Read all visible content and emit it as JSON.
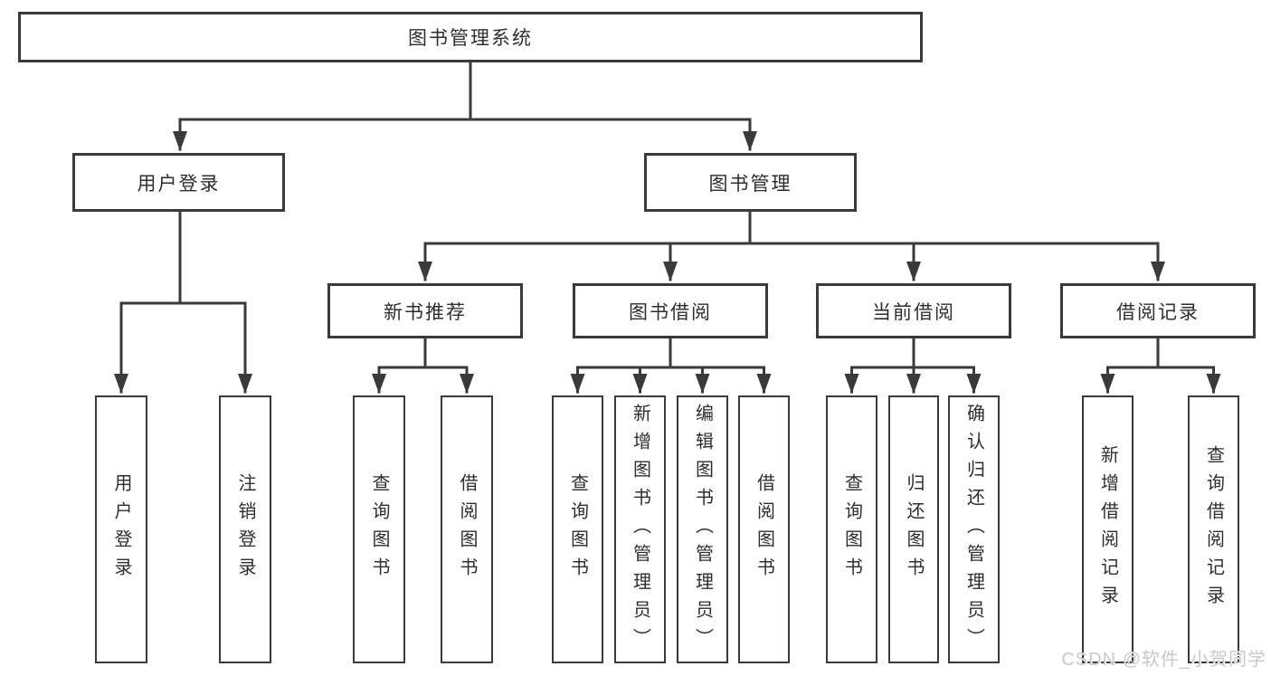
{
  "tree": {
    "root": "图书管理系统",
    "branches": [
      {
        "label": "用户登录",
        "leaves": [
          "用户登录",
          "注销登录"
        ]
      },
      {
        "label": "图书管理",
        "groups": [
          {
            "label": "新书推荐",
            "leaves": [
              "查询图书",
              "借阅图书"
            ]
          },
          {
            "label": "图书借阅",
            "leaves": [
              "查询图书",
              "新增图书（管理员）",
              "编辑图书（管理员）",
              "借阅图书"
            ]
          },
          {
            "label": "当前借阅",
            "leaves": [
              "查询图书",
              "归还图书",
              "确认归还（管理员）"
            ]
          },
          {
            "label": "借阅记录",
            "leaves": [
              "新增借阅记录",
              "查询借阅记录"
            ]
          }
        ]
      }
    ]
  },
  "watermark": {
    "text": "CSDN @软件_小贺同学"
  },
  "colors": {
    "line": "#3a3a3a",
    "box_border": "#3a3a3a",
    "box_fill": "#ffffff",
    "text": "#2e2e2e",
    "watermark": "#c9c9c9",
    "background": "#ffffff"
  }
}
